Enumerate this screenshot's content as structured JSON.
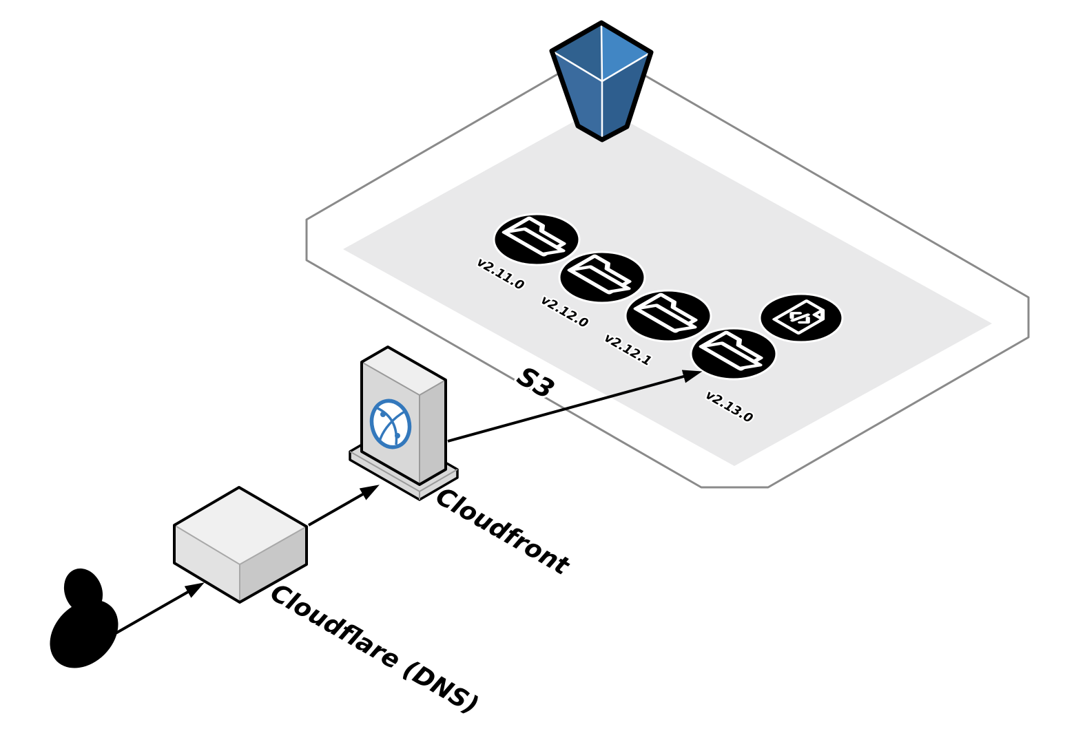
{
  "labels": {
    "s3": "S3",
    "cloudfront": "Cloudfront",
    "cloudflare": "Cloudflare (DNS)"
  },
  "folders": [
    {
      "label": "v2.11.0"
    },
    {
      "label": "v2.12.0"
    },
    {
      "label": "v2.12.1"
    },
    {
      "label": "v2.13.0"
    }
  ],
  "icons": {
    "user": "person-icon",
    "bucket": "s3-bucket-icon",
    "folder": "open-folder-icon",
    "code_file": "code-file-icon",
    "globe": "globe-network-icon",
    "arrow": "arrowhead-icon"
  },
  "edges": [
    {
      "from": "user",
      "to": "cloudflare-dns"
    },
    {
      "from": "cloudflare-dns",
      "to": "cloudfront"
    },
    {
      "from": "cloudfront",
      "to": "s3-folder-v2.13.0"
    }
  ],
  "colors": {
    "bucket_top_left": "#30618f",
    "bucket_top_right": "#4186c4",
    "bucket_body_left": "#3a6b9e",
    "bucket_body_right": "#2e5e8e",
    "globe_blue": "#3378bc",
    "platform_fill": "#e9e9ea",
    "boundary_stroke": "#8a8a8a",
    "disc_fill": "#000000",
    "box_top": "#f0f0f0",
    "box_left": "#e2e2e2",
    "box_right": "#c8c8c8"
  }
}
